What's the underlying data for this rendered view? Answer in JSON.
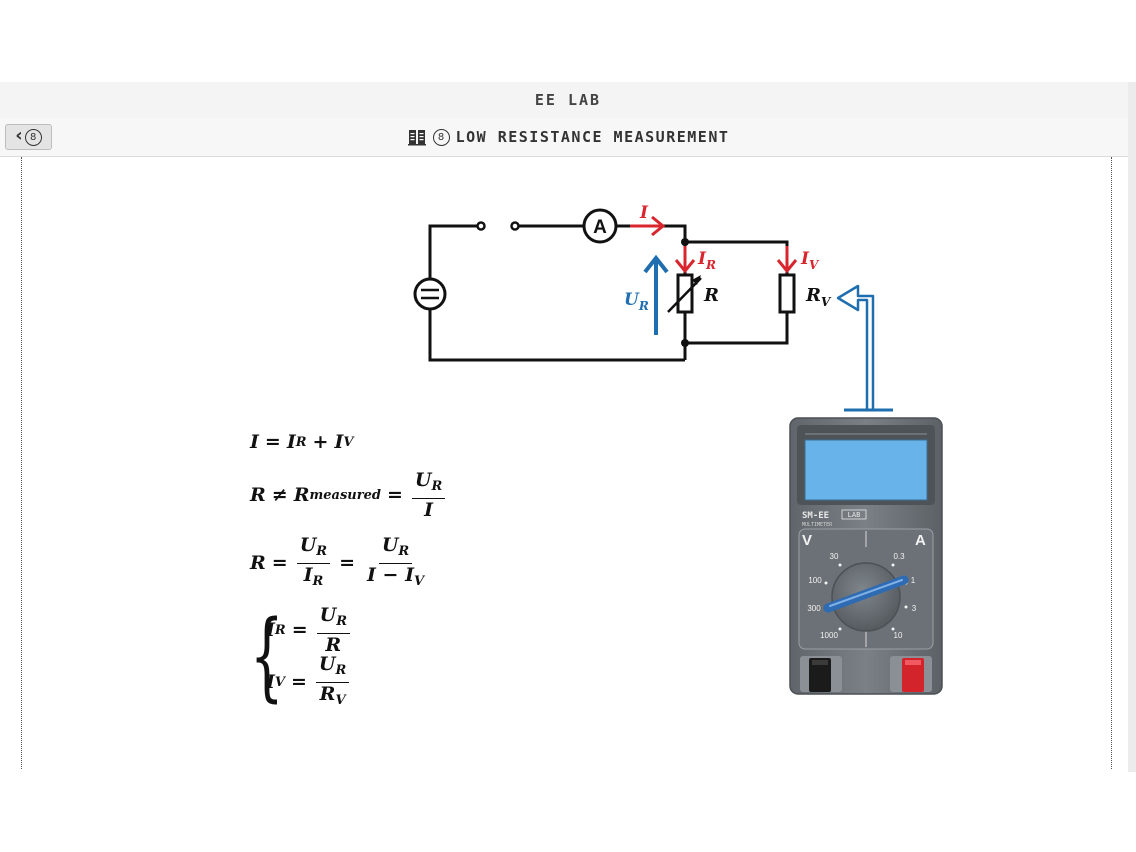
{
  "app": {
    "title": "EE LAB"
  },
  "nav": {
    "back_number": "8"
  },
  "page": {
    "number": "8",
    "title": "LOW RESISTANCE MEASUREMENT"
  },
  "circuit": {
    "ammeter": "A",
    "current_total": "I",
    "current_r": "I",
    "current_r_sub": "R",
    "current_v": "I",
    "current_v_sub": "V",
    "voltage": "U",
    "voltage_sub": "R",
    "resistor": "R",
    "voltmeter_resistor": "R",
    "voltmeter_resistor_sub": "V"
  },
  "multimeter": {
    "brand": "SM-EE",
    "brand_tag": "LAB",
    "model": "MULTIMETER",
    "mode_v": "V",
    "mode_a": "A",
    "scale_v": [
      "30",
      "100",
      "300",
      "1000"
    ],
    "scale_a": [
      "0.3",
      "1",
      "3",
      "10"
    ],
    "colors": {
      "body": "#6e7479",
      "screen": "#67b3ea",
      "probe_black": "#1b1b1b",
      "probe_red": "#d3242c"
    }
  },
  "formulas": {
    "f1": {
      "lhs": "I",
      "eq": "=",
      "a": "I",
      "a_sub": "R",
      "plus": "+",
      "b": "I",
      "b_sub": "V"
    },
    "f2": {
      "lhs": "R",
      "neq": "≠",
      "r": "R",
      "r_sub": "measured",
      "eq": "=",
      "num": "U",
      "num_sub": "R",
      "den": "I"
    },
    "f3": {
      "lhs": "R",
      "eq": "=",
      "num1": "U",
      "num1_sub": "R",
      "den1": "I",
      "den1_sub": "R",
      "eq2": "=",
      "num2": "U",
      "num2_sub": "R",
      "den2": "I − I",
      "den2_sub": "V"
    },
    "f4": {
      "lhs": "I",
      "lhs_sub": "R",
      "eq": "=",
      "num": "U",
      "num_sub": "R",
      "den": "R"
    },
    "f5": {
      "lhs": "I",
      "lhs_sub": "V",
      "eq": "=",
      "num": "U",
      "num_sub": "R",
      "den": "R",
      "den_sub": "V"
    }
  },
  "colors": {
    "current_red": "#d9262e",
    "voltage_blue": "#1f6fb0",
    "wire": "#111111"
  }
}
